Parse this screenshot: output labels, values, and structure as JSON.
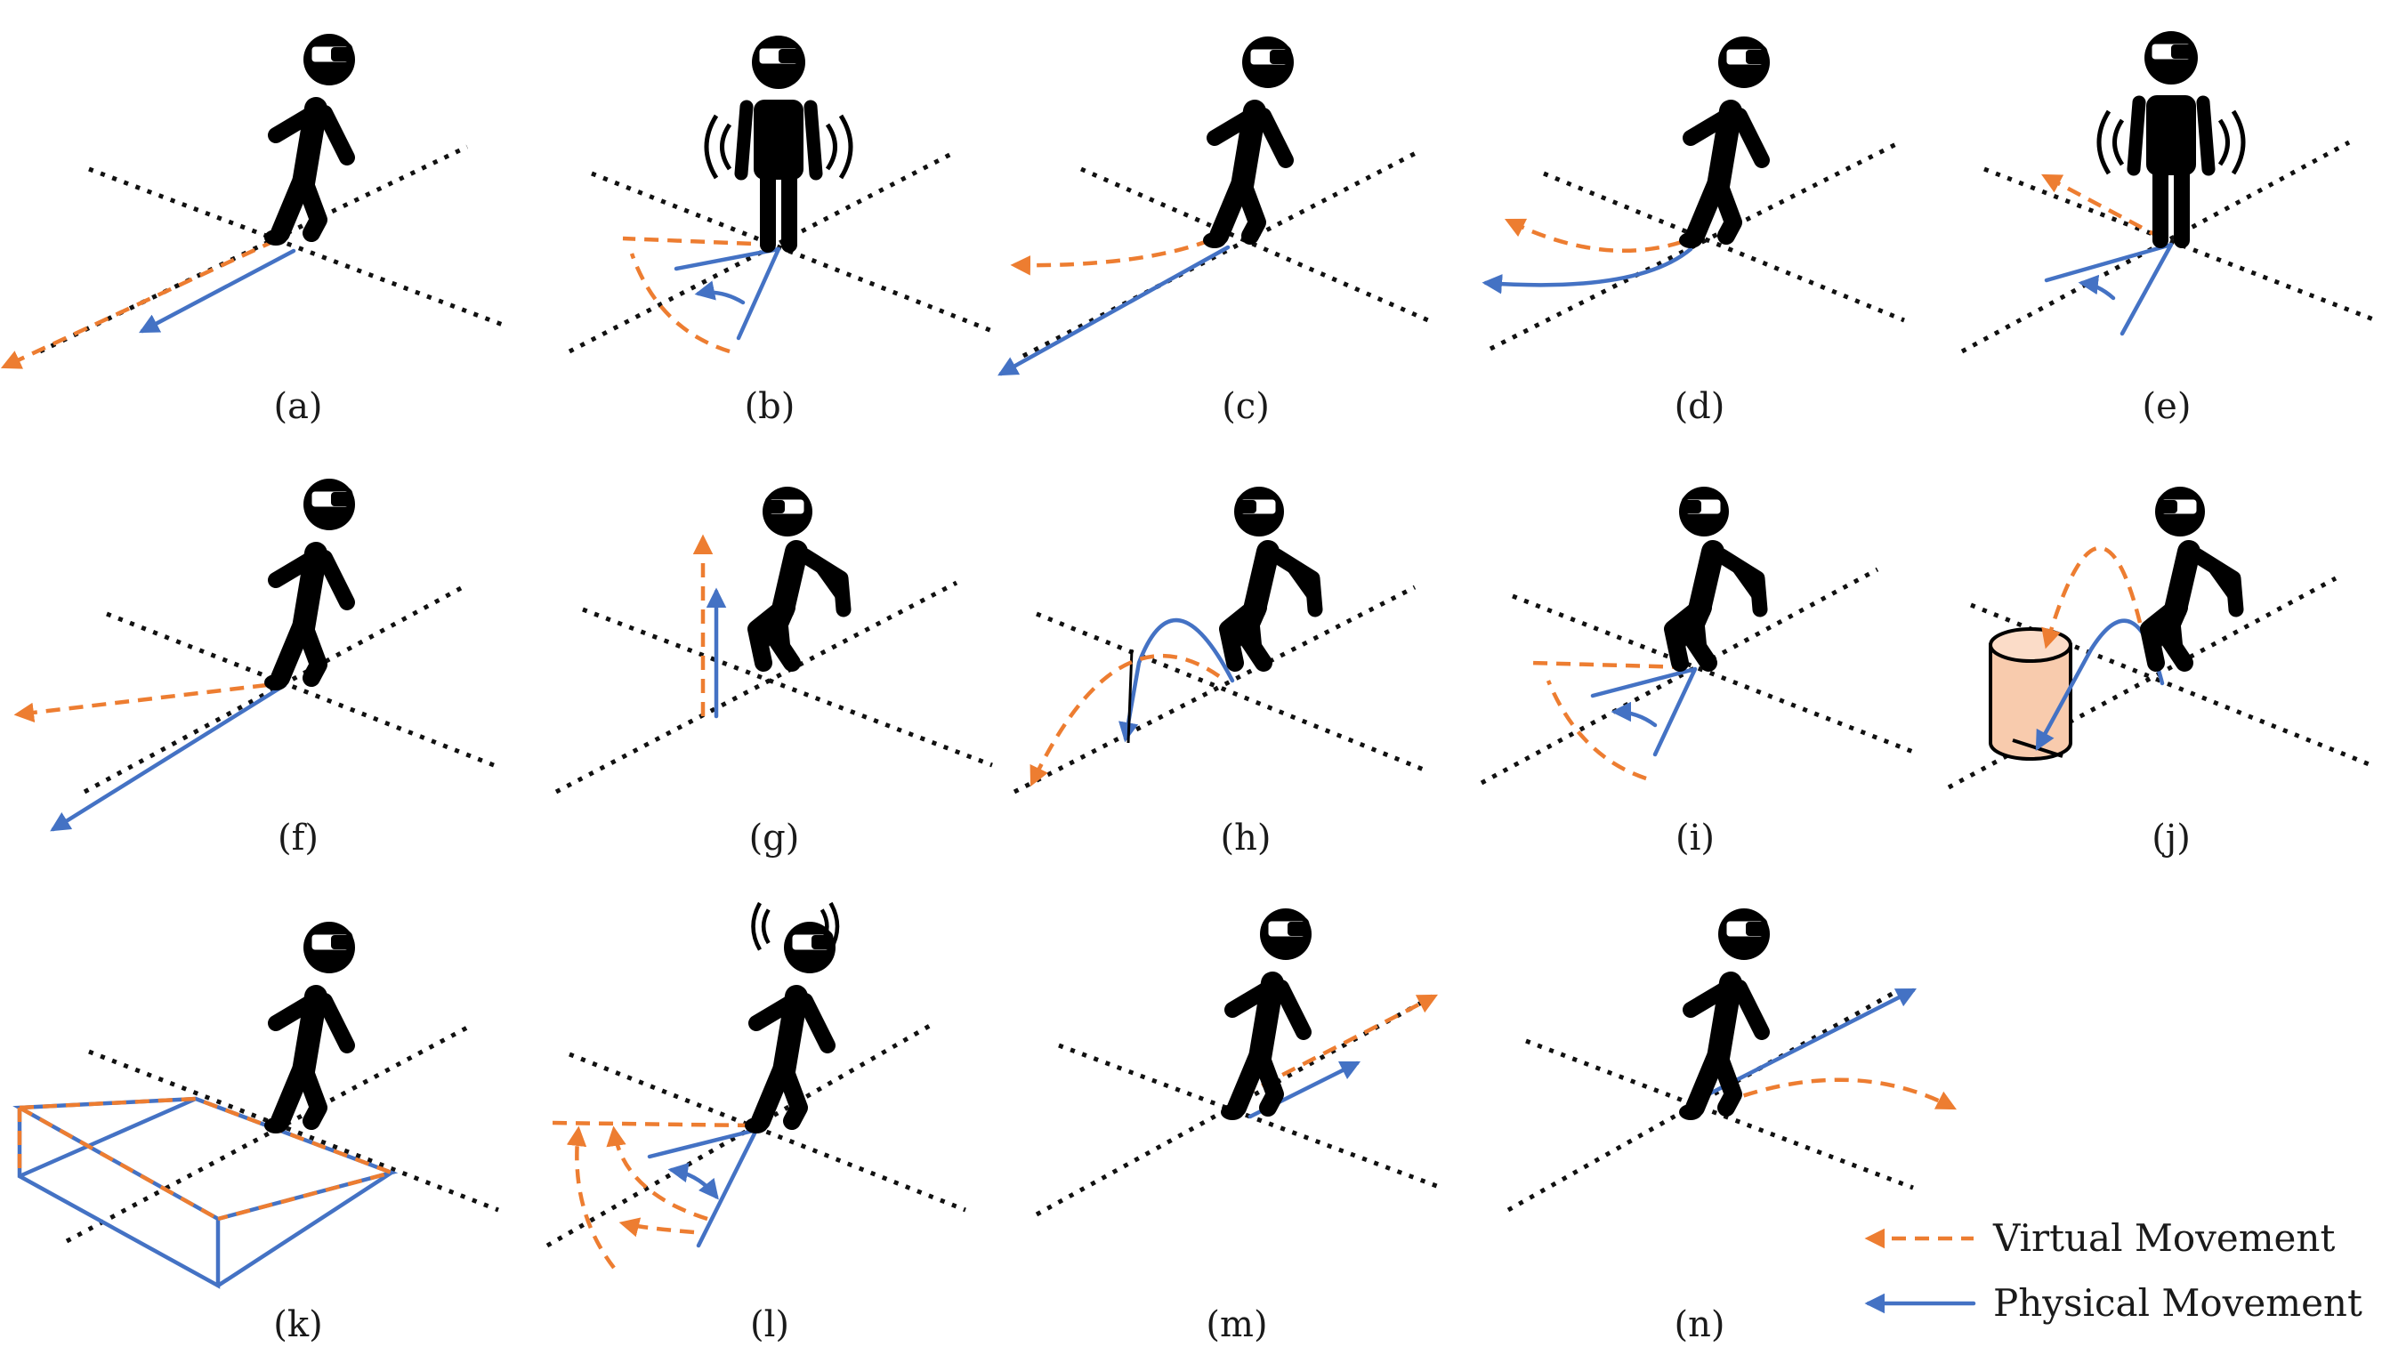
{
  "panels": [
    {
      "label": "(a)",
      "variant": "translation-gain"
    },
    {
      "label": "(b)",
      "variant": "rotation-gain"
    },
    {
      "label": "(c)",
      "variant": "direction-shift"
    },
    {
      "label": "(d)",
      "variant": "curvature"
    },
    {
      "label": "(e)",
      "variant": "rotation-small"
    },
    {
      "label": "(f)",
      "variant": "direction-shift-wide"
    },
    {
      "label": "(g)",
      "variant": "vertical"
    },
    {
      "label": "(h)",
      "variant": "jump-arc"
    },
    {
      "label": "(i)",
      "variant": "rotation-gain-2"
    },
    {
      "label": "(j)",
      "variant": "jump-cylinder"
    },
    {
      "label": "(k)",
      "variant": "slope-box"
    },
    {
      "label": "(l)",
      "variant": "head-rotation"
    },
    {
      "label": "(m)",
      "variant": "parallel-offset"
    },
    {
      "label": "(n)",
      "variant": "curve-forward"
    }
  ],
  "legend": {
    "virtual_label": "Virtual Movement",
    "physical_label": "Physical Movement",
    "virtual_color": "#ED7D31",
    "physical_color": "#4472C4"
  }
}
